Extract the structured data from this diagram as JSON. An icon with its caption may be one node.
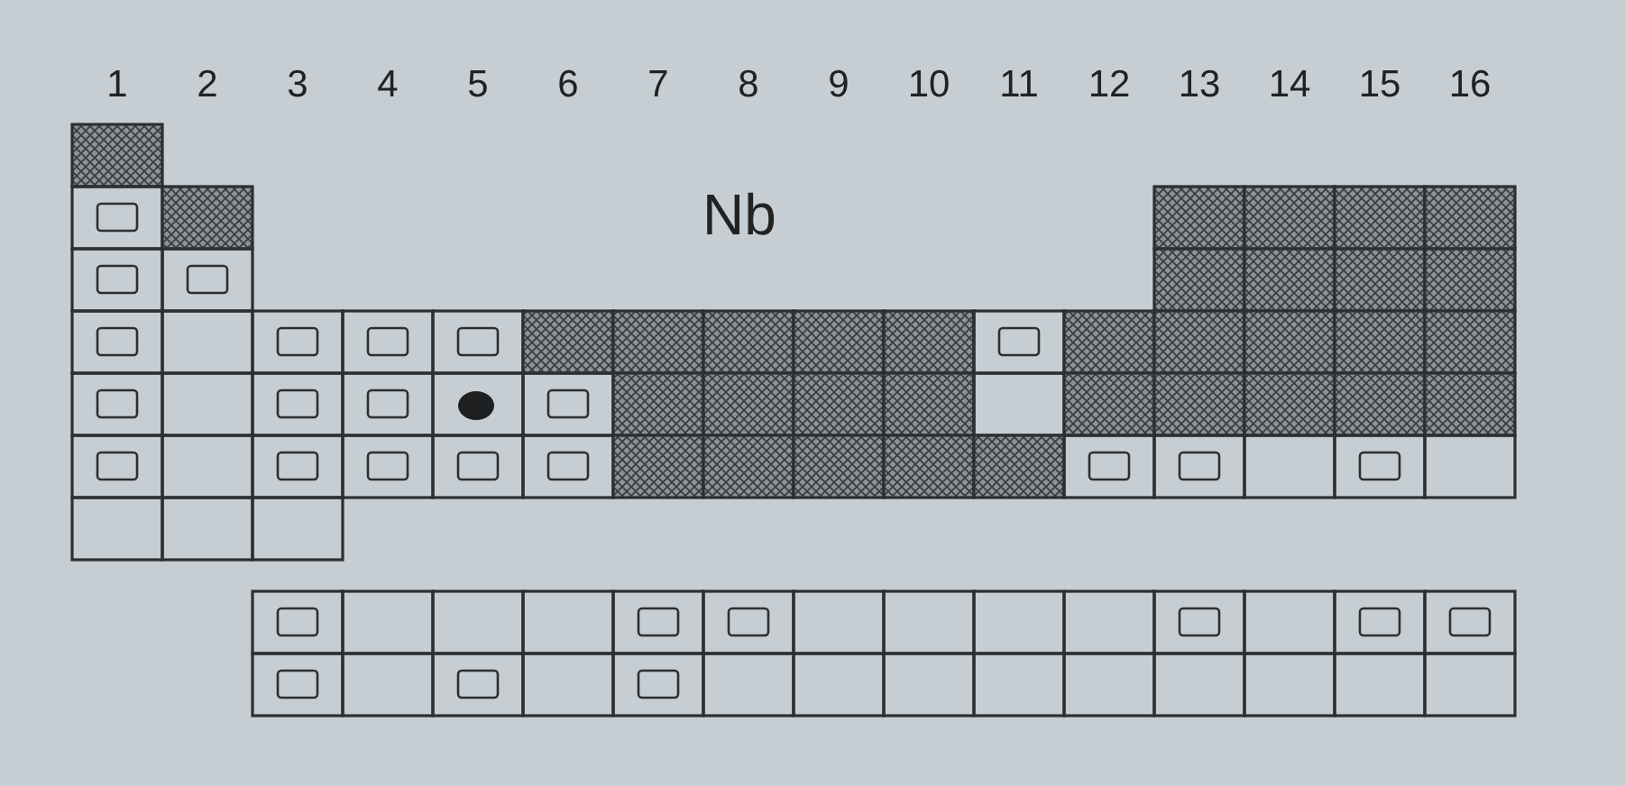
{
  "diagram": {
    "labels": [
      "1",
      "2",
      "3",
      "4",
      "5",
      "6",
      "7",
      "8",
      "9",
      "10",
      "11",
      "12",
      "13",
      "14",
      "15",
      "16",
      "Nb"
    ]
  }
}
